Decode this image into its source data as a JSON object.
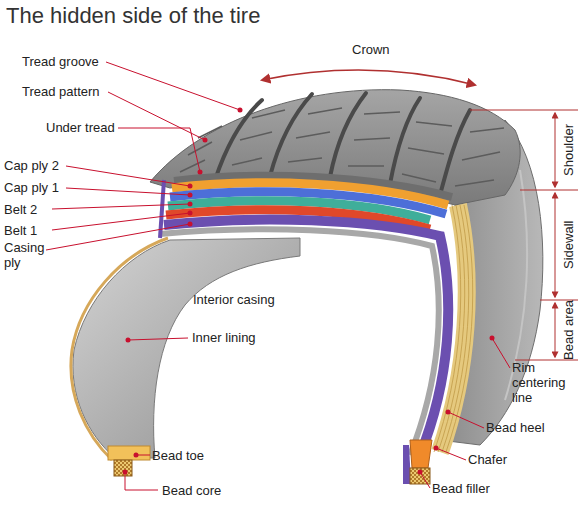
{
  "diagram": {
    "title": "The hidden side of the tire",
    "labels": [
      "Crown",
      "Tread groove",
      "Tread pattern",
      "Under tread",
      "Shoulder",
      "Cap ply 2",
      "Cap ply 1",
      "Belt 2",
      "Belt 1",
      "Casing ply",
      "Sidewall",
      "Interior casing",
      "Inner lining",
      "Bead area",
      "Rim centering line",
      "Bead heel",
      "Bead toe",
      "Chafer",
      "Bead core",
      "Bead filler"
    ]
  }
}
